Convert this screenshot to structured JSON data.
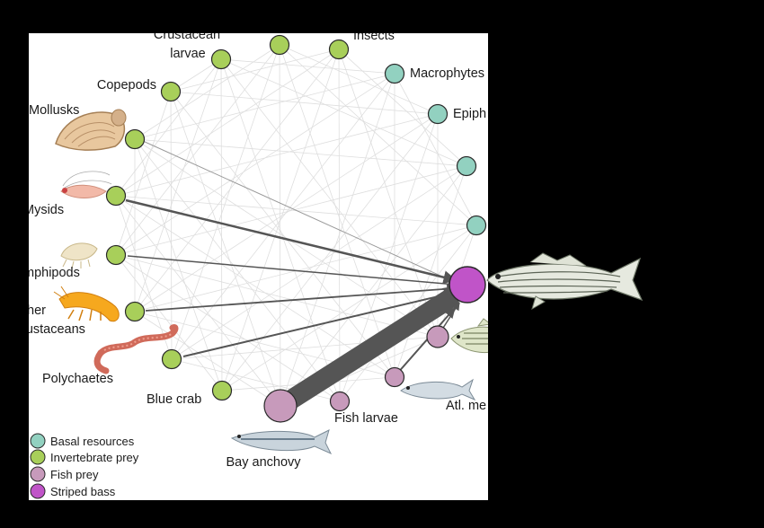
{
  "colors": {
    "basal": "#92d1c0",
    "invertebrate": "#a8cf5a",
    "fish_prey": "#c79abb",
    "striped_bass": "#c054c8",
    "flow": "#555555",
    "web": "#d9d9d9"
  },
  "nodes": {
    "crustacean_larvae": [
      "Crustacean",
      "larvae"
    ],
    "insects": "Insects",
    "macrophytes": "Macrophytes",
    "epiphytes": "Epiph",
    "copepods": "Copepods",
    "mollusks": "Mollusks",
    "mysids": "Mysids",
    "amphipods": "mphipods",
    "other_crustaceans": [
      "ther",
      "rustaceans"
    ],
    "polychaetes": "Polychaetes",
    "blue_crab": "Blue crab",
    "bay_anchovy": "Bay anchovy",
    "fish_larvae": "Fish larvae",
    "atl_menhaden": "Atl. me"
  },
  "legend": [
    {
      "label": "Basal resources",
      "color": "#92d1c0"
    },
    {
      "label": "Invertebrate prey",
      "color": "#a8cf5a"
    },
    {
      "label": "Fish prey",
      "color": "#c79abb"
    },
    {
      "label": "Striped bass",
      "color": "#c054c8"
    }
  ],
  "icons": [
    "clam-icon",
    "mysid-icon",
    "amphipod-icon",
    "shrimp-icon",
    "polychaete-worm-icon",
    "anchovy-fish-icon",
    "menhaden-fish-icon",
    "perch-fish-icon",
    "striped-bass-fish-icon"
  ]
}
